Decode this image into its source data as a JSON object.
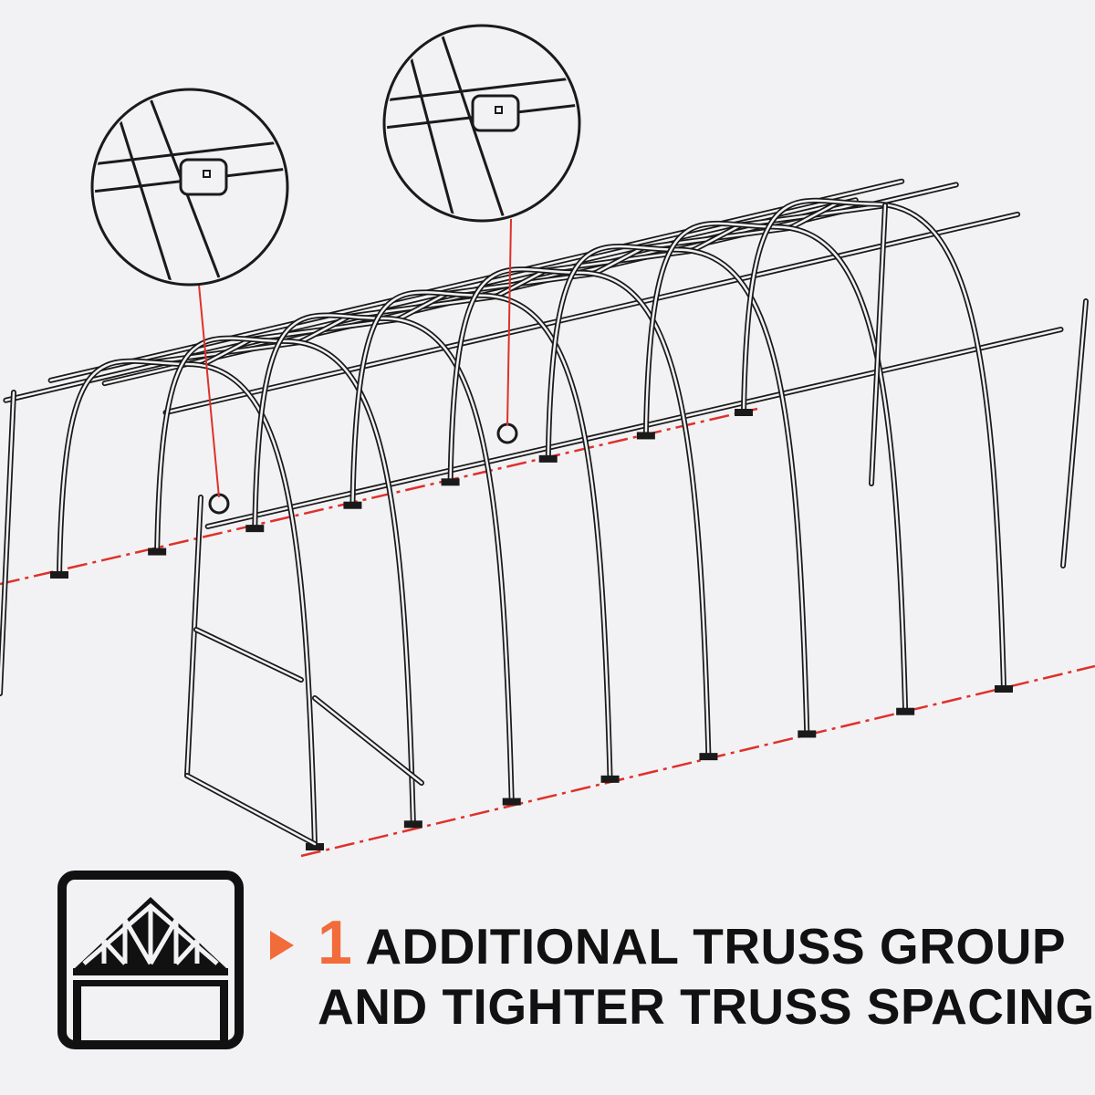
{
  "caption": {
    "number": "1",
    "line1": "ADDITIONAL TRUSS GROUP",
    "line2": "AND TIGHTER TRUSS SPACING"
  },
  "icons": {
    "feature_icon": "truss-roof-icon",
    "bullet_icon": "triangle-right-icon"
  },
  "colors": {
    "background": "#f2f2f4",
    "accent": "#f26b3a",
    "frame_line": "#1a1a1a",
    "guide_line": "#e0302a"
  }
}
